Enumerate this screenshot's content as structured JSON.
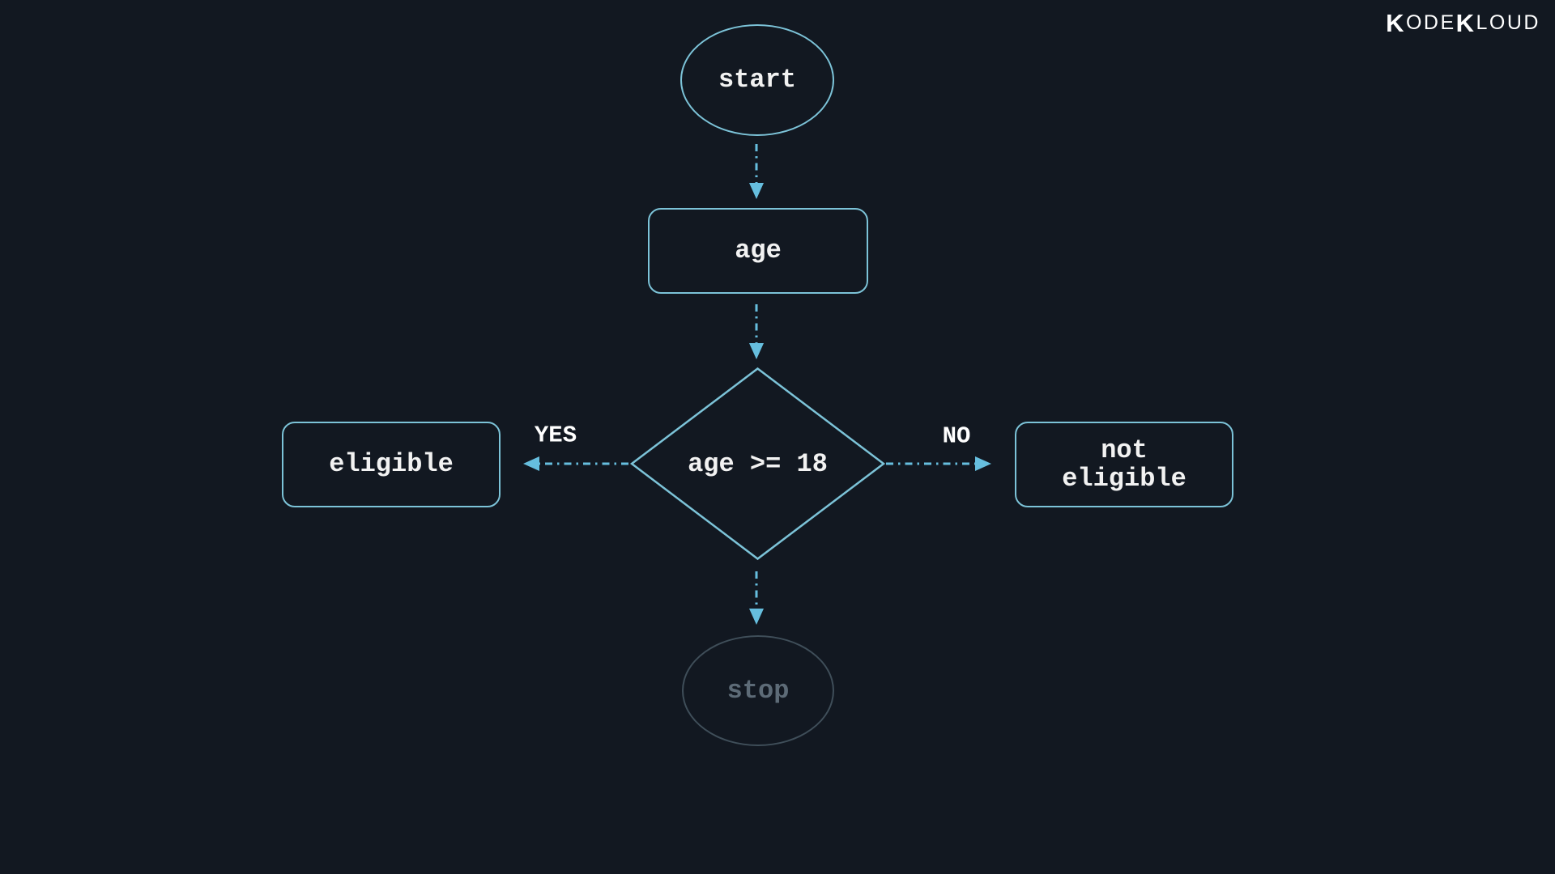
{
  "colors": {
    "background": "#121821",
    "node_border": "#7cc3d8",
    "arrow": "#66bede",
    "text": "#f2f2f2",
    "label": "#ffffff",
    "stop_border": "#3f4e59",
    "stop_text": "#5d6b77",
    "logo": "#ffffff"
  },
  "logo": {
    "k1": "K",
    "part1": "ODE",
    "k2": "K",
    "part2": "LOUD"
  },
  "flowchart": {
    "nodes": {
      "start": {
        "label": "start",
        "shape": "ellipse"
      },
      "age": {
        "label": "age",
        "shape": "rounded-rect"
      },
      "decision": {
        "label": "age >= 18",
        "shape": "diamond"
      },
      "eligible": {
        "label": "eligible",
        "shape": "rounded-rect"
      },
      "not_eligible": {
        "label": "not eligible",
        "shape": "rounded-rect"
      },
      "stop": {
        "label": "stop",
        "shape": "ellipse",
        "state": "inactive"
      }
    },
    "edges": [
      {
        "from": "start",
        "to": "age",
        "label": ""
      },
      {
        "from": "age",
        "to": "decision",
        "label": ""
      },
      {
        "from": "decision",
        "to": "eligible",
        "label": "YES"
      },
      {
        "from": "decision",
        "to": "not_eligible",
        "label": "NO"
      },
      {
        "from": "decision",
        "to": "stop",
        "label": ""
      }
    ]
  }
}
